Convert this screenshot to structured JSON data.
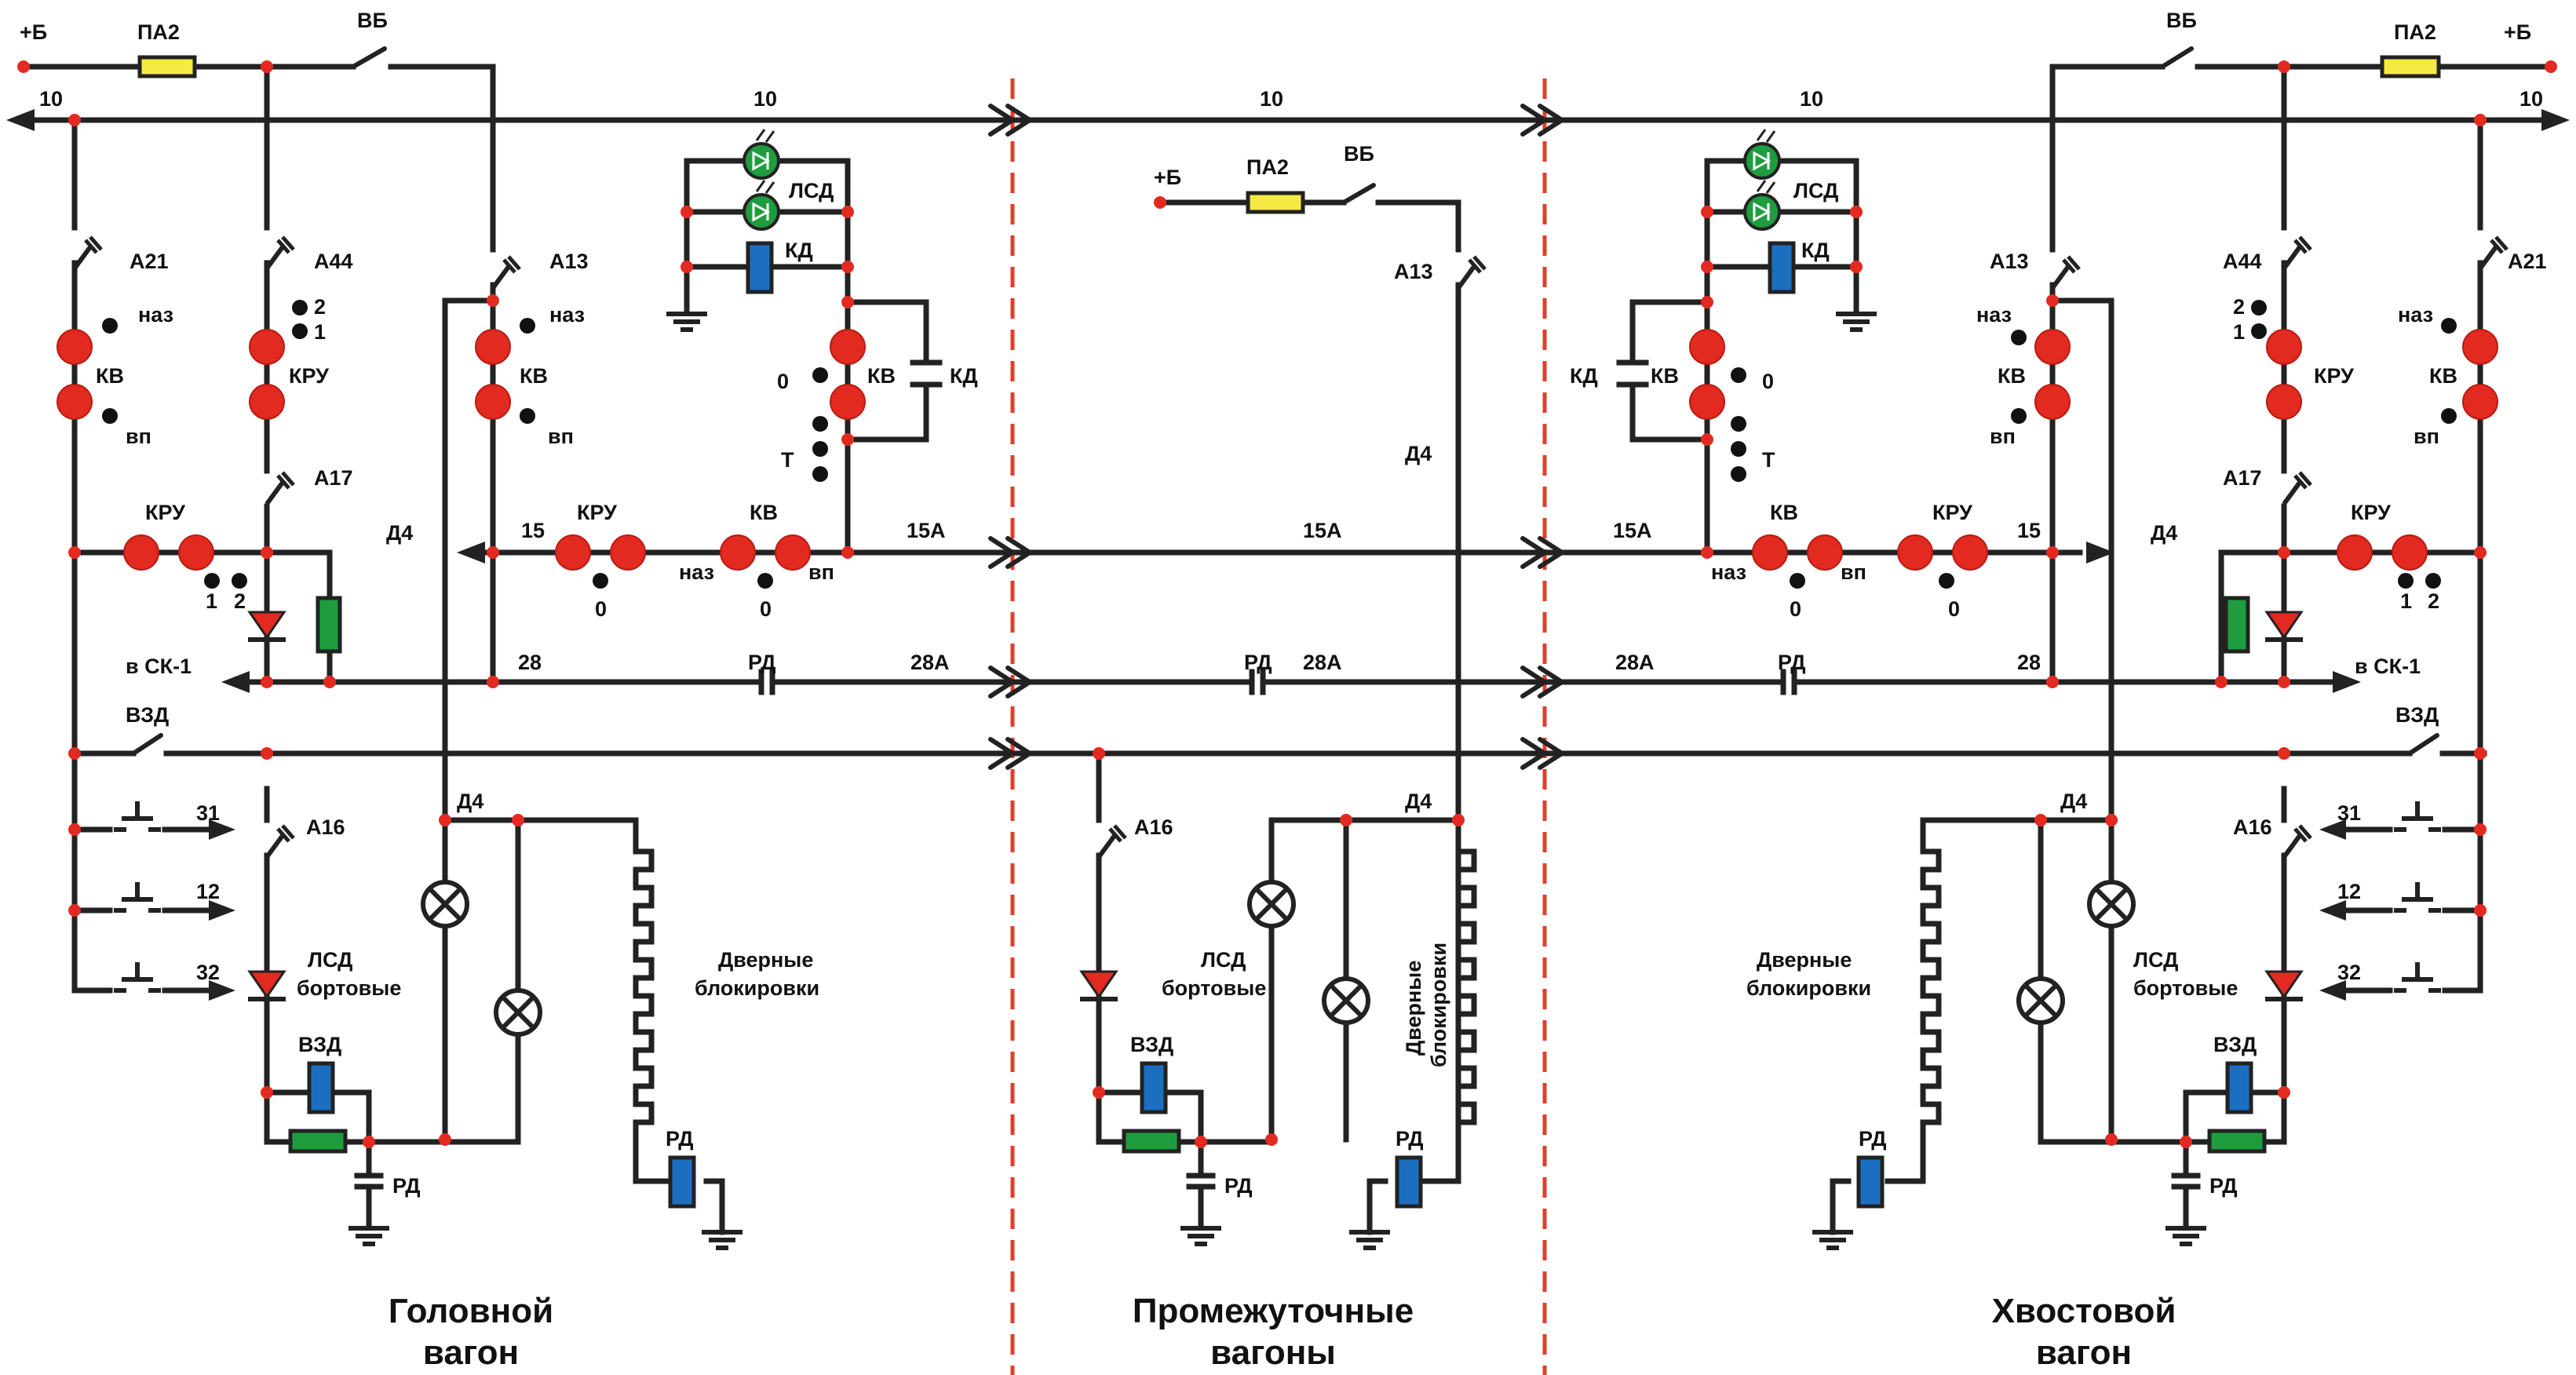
{
  "sections": {
    "head": [
      "Головной",
      "вагон"
    ],
    "middle": [
      "Промежуточные",
      "вагоны"
    ],
    "tail": [
      "Хвостовой",
      "вагон"
    ]
  },
  "supply": {
    "plus": "+Б",
    "fuse": "ПА2",
    "battery_switch": "ВБ"
  },
  "wires": {
    "w10": "10",
    "w15": "15",
    "w15a": "15А",
    "w28": "28",
    "w28a": "28А",
    "d4": "Д4",
    "w31": "31",
    "w12": "12",
    "w32": "32"
  },
  "breakers": {
    "a21": "А21",
    "a44": "А44",
    "a13": "А13",
    "a17": "А17",
    "a16": "А16"
  },
  "switches": {
    "kv": "КВ",
    "kru": "КРУ",
    "vzd": "ВЗД",
    "naz": "наз",
    "vp": "вп",
    "pos0": "0",
    "pos1": "1",
    "pos2": "2",
    "posT": "Т"
  },
  "relays": {
    "rd": "РД",
    "kd": "КД",
    "lsd": "ЛСД"
  },
  "labels": {
    "to_sk1": "в СК-1",
    "lsd_bort": [
      "ЛСД",
      "бортовые"
    ],
    "door_locks": [
      "Дверные",
      "блокировки"
    ],
    "door_locks_vertical": [
      "Дверные",
      "блокировки"
    ]
  }
}
